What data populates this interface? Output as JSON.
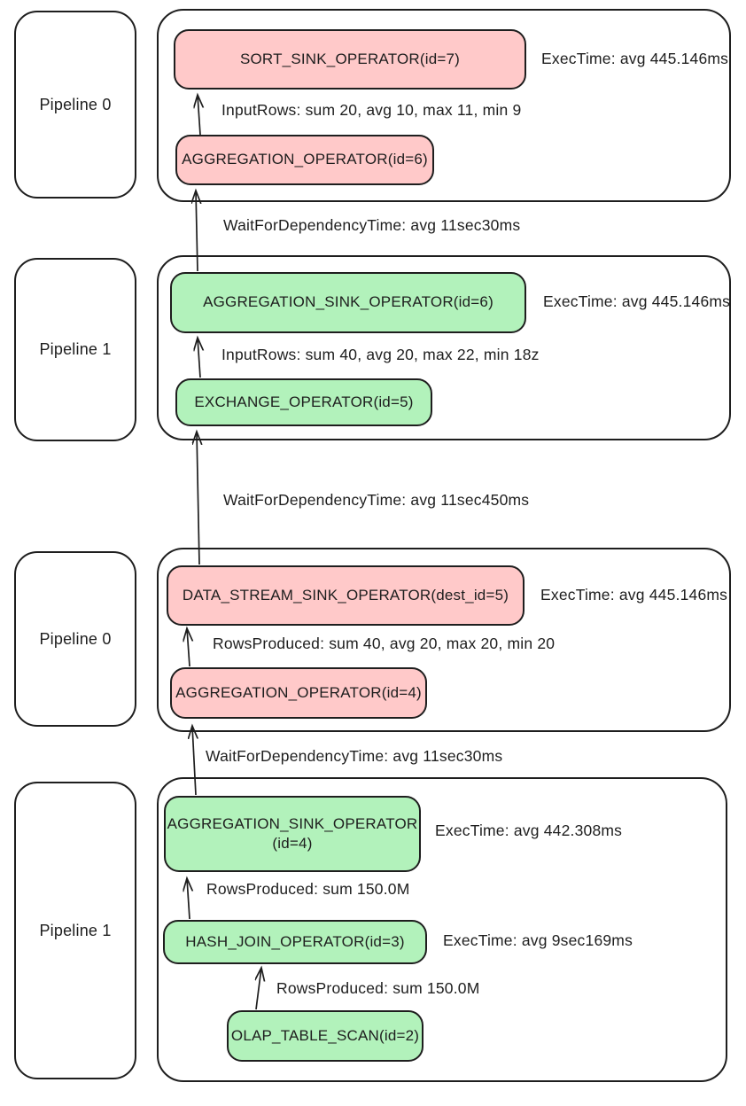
{
  "colors": {
    "pink": "#ffc9c9",
    "green": "#b2f2bb",
    "ink": "#1e1e1e",
    "background": "#ffffff"
  },
  "pipelines": [
    {
      "label": "Pipeline 0"
    },
    {
      "label": "Pipeline 1"
    },
    {
      "label": "Pipeline 0"
    },
    {
      "label": "Pipeline 1"
    }
  ],
  "sections": [
    {
      "operators": [
        {
          "label": "SORT_SINK_OPERATOR(id=7)",
          "color": "pink",
          "metric": "ExecTime: avg 445.146ms"
        },
        {
          "label": "AGGREGATION_OPERATOR(id=6)",
          "color": "pink"
        }
      ],
      "edge_label": "InputRows: sum 20, avg 10, max 11, min 9"
    },
    {
      "operators": [
        {
          "label": "AGGREGATION_SINK_OPERATOR(id=6)",
          "color": "green",
          "metric": "ExecTime: avg 445.146ms"
        },
        {
          "label": "EXCHANGE_OPERATOR(id=5)",
          "color": "green"
        }
      ],
      "edge_label": "InputRows: sum 40, avg 20, max 22, min 18z"
    },
    {
      "operators": [
        {
          "label": "DATA_STREAM_SINK_OPERATOR(dest_id=5)",
          "color": "pink",
          "metric": "ExecTime: avg 445.146ms"
        },
        {
          "label": "AGGREGATION_OPERATOR(id=4)",
          "color": "pink"
        }
      ],
      "edge_label": "RowsProduced: sum 40, avg 20, max 20, min 20"
    },
    {
      "operators": [
        {
          "label": "AGGREGATION_SINK_OPERATOR",
          "label2": "(id=4)",
          "color": "green",
          "metric": "ExecTime: avg 442.308ms"
        },
        {
          "label": "HASH_JOIN_OPERATOR(id=3)",
          "color": "green",
          "metric": "ExecTime: avg 9sec169ms"
        },
        {
          "label": "OLAP_TABLE_SCAN(id=2)",
          "color": "green"
        }
      ],
      "edge_labels": [
        "RowsProduced: sum 150.0M",
        "RowsProduced: sum 150.0M"
      ]
    }
  ],
  "wait_edges": [
    "WaitForDependencyTime: avg 11sec30ms",
    "WaitForDependencyTime: avg 11sec450ms",
    "WaitForDependencyTime: avg 11sec30ms"
  ]
}
